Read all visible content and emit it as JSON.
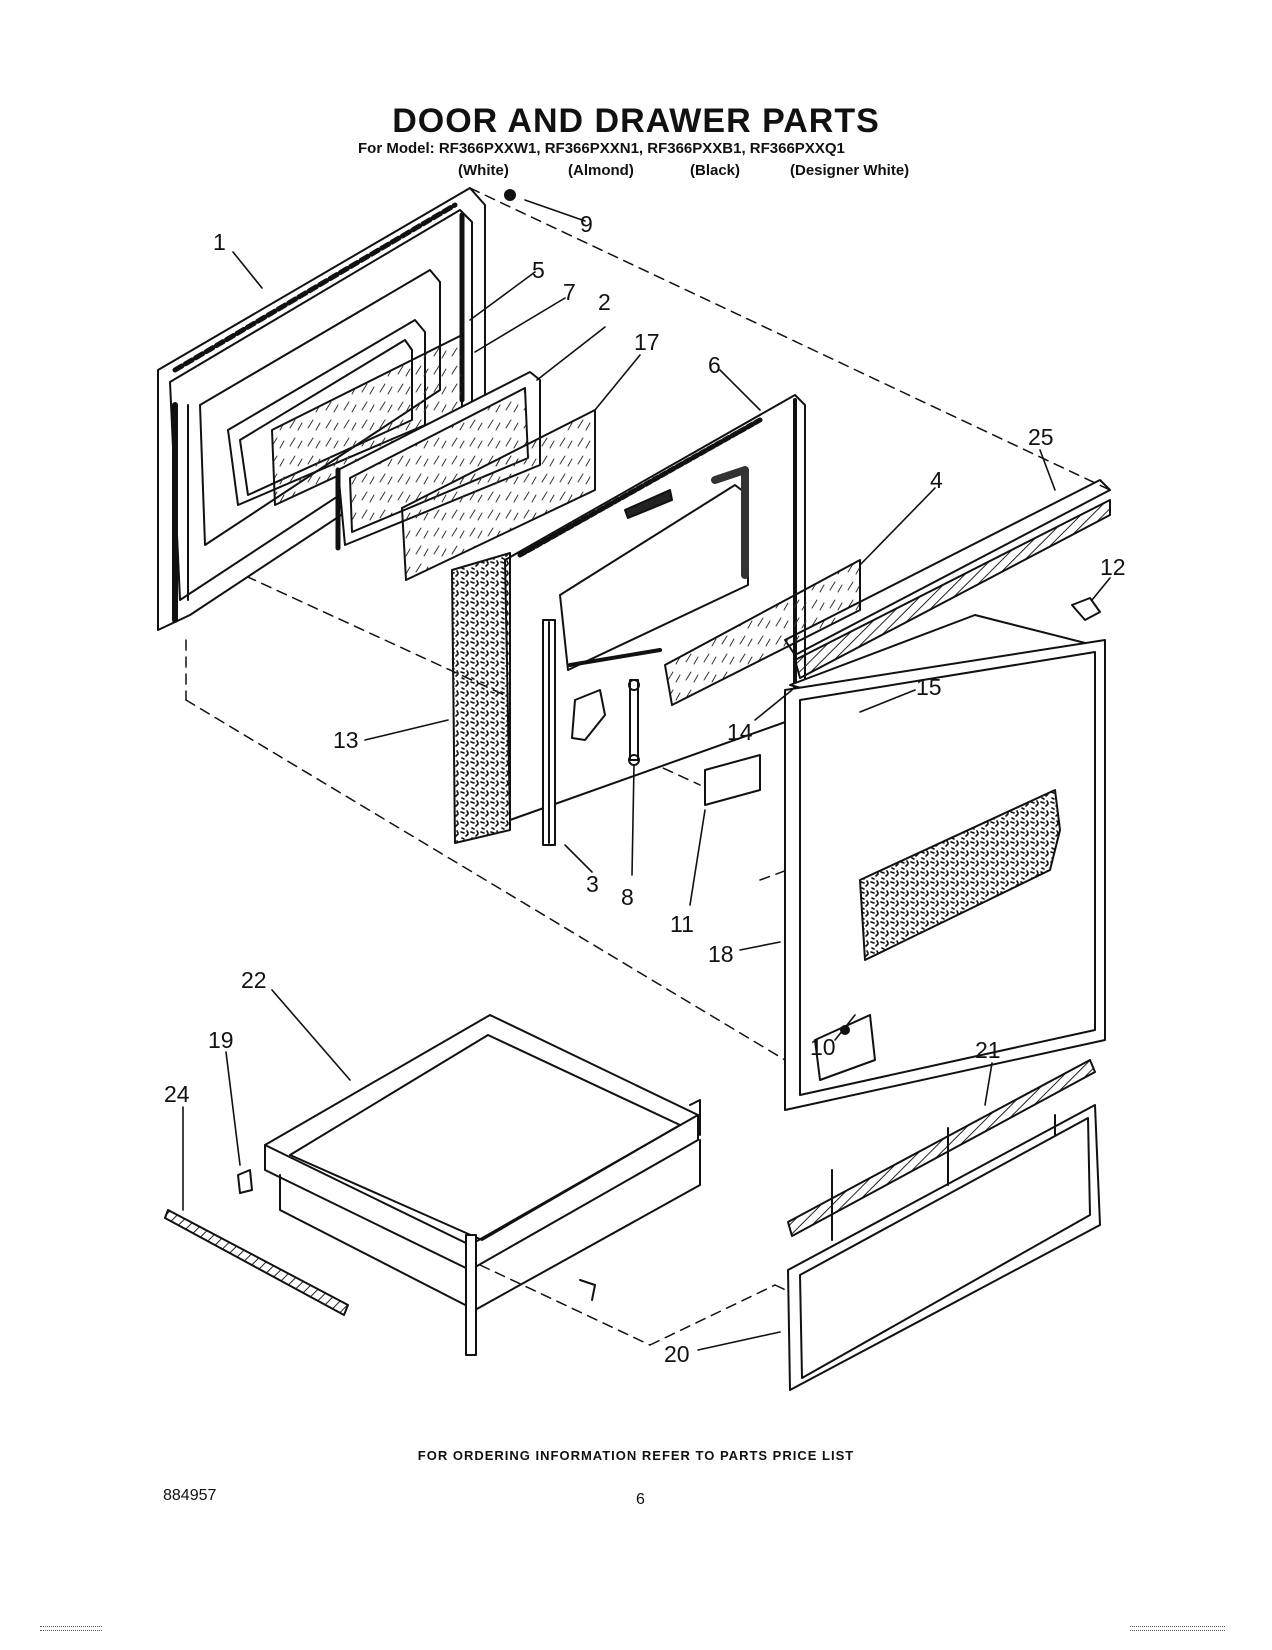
{
  "header": {
    "title": "DOOR AND DRAWER PARTS",
    "model_line": "For Model: RF366PXXW1, RF366PXXN1, RF366PXXB1, RF366PXXQ1",
    "colors": [
      "(White)",
      "(Almond)",
      "(Black)",
      "(Designer White)"
    ]
  },
  "callouts": [
    {
      "id": "c1",
      "label": "1"
    },
    {
      "id": "c2",
      "label": "2"
    },
    {
      "id": "c3",
      "label": "3"
    },
    {
      "id": "c4",
      "label": "4"
    },
    {
      "id": "c5",
      "label": "5"
    },
    {
      "id": "c6",
      "label": "6"
    },
    {
      "id": "c7",
      "label": "7"
    },
    {
      "id": "c8",
      "label": "8"
    },
    {
      "id": "c9",
      "label": "9"
    },
    {
      "id": "c10",
      "label": "10"
    },
    {
      "id": "c11",
      "label": "11"
    },
    {
      "id": "c12",
      "label": "12"
    },
    {
      "id": "c13",
      "label": "13"
    },
    {
      "id": "c14",
      "label": "14"
    },
    {
      "id": "c15",
      "label": "15"
    },
    {
      "id": "c17",
      "label": "17"
    },
    {
      "id": "c18",
      "label": "18"
    },
    {
      "id": "c19",
      "label": "19"
    },
    {
      "id": "c20",
      "label": "20"
    },
    {
      "id": "c21",
      "label": "21"
    },
    {
      "id": "c22",
      "label": "22"
    },
    {
      "id": "c24",
      "label": "24"
    },
    {
      "id": "c25",
      "label": "25"
    }
  ],
  "footer": {
    "note": "FOR ORDERING INFORMATION REFER TO PARTS PRICE LIST",
    "doc_number": "884957",
    "page_number": "6"
  }
}
